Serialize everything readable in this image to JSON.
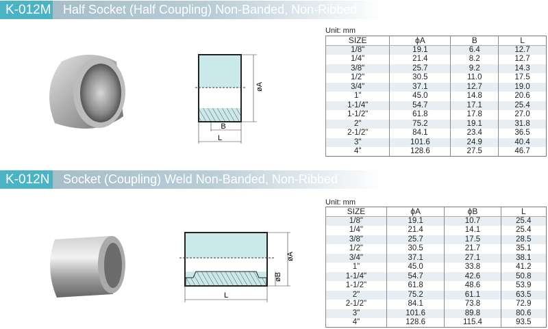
{
  "sections": [
    {
      "code": "K-012M",
      "title": "Half Socket (Half Coupling) Non-Banded, Non-Ribbed",
      "unit": "Unit: mm",
      "drawing_labels": {
        "a": "øA",
        "b": "B",
        "l": "L"
      },
      "headers": [
        "SIZE",
        "ϕA",
        "B",
        "L"
      ],
      "rows": [
        [
          "1/8\"",
          "19.1",
          "6.4",
          "12.7"
        ],
        [
          "1/4\"",
          "21.4",
          "8.2",
          "12.7"
        ],
        [
          "3/8\"",
          "25.7",
          "9.2",
          "14.3"
        ],
        [
          "1/2\"",
          "30.5",
          "11.0",
          "17.5"
        ],
        [
          "3/4\"",
          "37.1",
          "12.7",
          "19.0"
        ],
        [
          "1\"",
          "45.0",
          "14.8",
          "20.6"
        ],
        [
          "1-1/4\"",
          "54.7",
          "17.1",
          "25.4"
        ],
        [
          "1-1/2\"",
          "61.8",
          "17.8",
          "27.0"
        ],
        [
          "2\"",
          "75.2",
          "19.1",
          "31.8"
        ],
        [
          "2-1/2\"",
          "84.1",
          "23.4",
          "36.5"
        ],
        [
          "3\"",
          "101.6",
          "24.9",
          "40.4"
        ],
        [
          "4\"",
          "128.6",
          "27.5",
          "46.7"
        ]
      ]
    },
    {
      "code": "K-012N",
      "title": "Socket (Coupling) Weld Non-Banded, Non-Ribbed",
      "unit": "Unit: mm",
      "drawing_labels": {
        "a": "øA",
        "b": "øB",
        "l": "L"
      },
      "headers": [
        "SIZE",
        "ϕA",
        "ϕB",
        "L"
      ],
      "rows": [
        [
          "1/8\"",
          "19.1",
          "10.7",
          "25.4"
        ],
        [
          "1/4\"",
          "21.4",
          "14.1",
          "25.4"
        ],
        [
          "3/8\"",
          "25.7",
          "17.5",
          "28.5"
        ],
        [
          "1/2\"",
          "30.5",
          "21.7",
          "35.1"
        ],
        [
          "3/4\"",
          "37.1",
          "27.1",
          "38.1"
        ],
        [
          "1\"",
          "45.0",
          "33.8",
          "41.2"
        ],
        [
          "1-1/4\"",
          "54.7",
          "42.6",
          "50.8"
        ],
        [
          "1-1/2\"",
          "61.8",
          "48.6",
          "53.9"
        ],
        [
          "2\"",
          "75.2",
          "61.1",
          "63.5"
        ],
        [
          "2-1/2\"",
          "84.1",
          "73.8",
          "72.9"
        ],
        [
          "3\"",
          "101.6",
          "89.8",
          "80.6"
        ],
        [
          "4\"",
          "128.6",
          "115.4",
          "93.5"
        ]
      ]
    }
  ]
}
